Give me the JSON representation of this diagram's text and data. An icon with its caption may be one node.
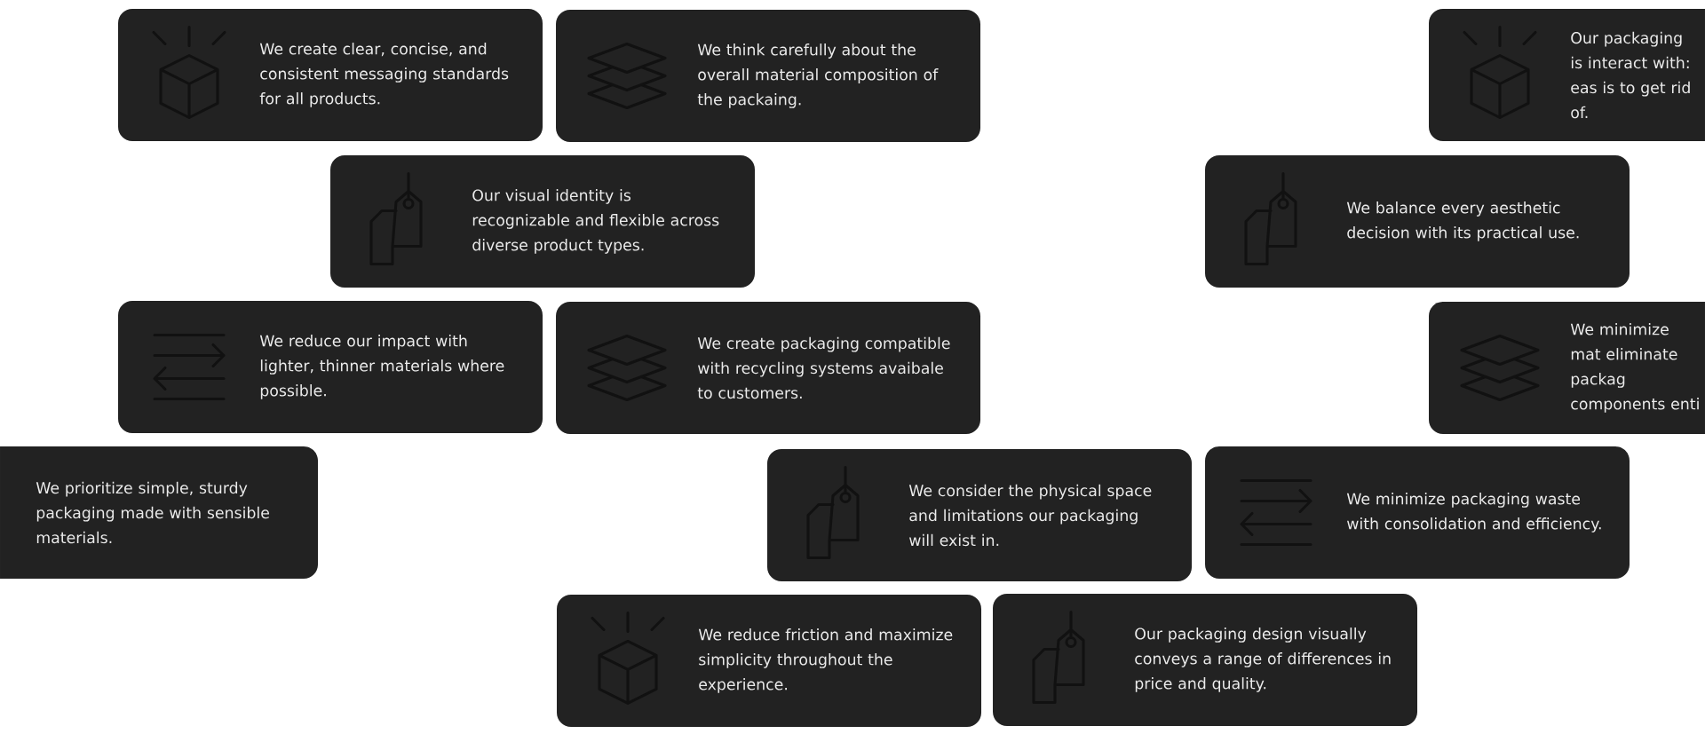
{
  "diagram": {
    "nodes": [
      {
        "text": [
          "We create clear, concise, and consistent messaging standards for all products."
        ]
      },
      {
        "text": [
          "We think carefully about the overall material composition of the packaing."
        ]
      },
      {
        "text": [
          "Our packaging is interact with: eas is to get rid of."
        ]
      },
      {
        "text": [
          "Our visual identity is recognizable and flexible across diverse product types."
        ]
      },
      {
        "text": [
          "We balance every aesthetic decision with its practical use."
        ]
      },
      {
        "text": [
          "We reduce our impact with lighter, thinner materials where possible."
        ]
      },
      {
        "text": [
          "We create packaging compatible with recycling systems avaibale to customers."
        ]
      },
      {
        "text": [
          "We minimize mat eliminate packag components enti"
        ]
      },
      {
        "text": [
          "We prioritize simple, sturdy packaging made with sensible materials."
        ]
      },
      {
        "text": [
          "We consider the physical space and limitations our packaging will exist in."
        ]
      },
      {
        "text": [
          "We minimize packaging waste with consolidation and efficiency."
        ]
      },
      {
        "text": [
          "We reduce friction and maximize simplicity throughout the experience."
        ]
      },
      {
        "text": [
          "Our packaging design visually conveys a range of differences in price and quality."
        ]
      }
    ]
  }
}
